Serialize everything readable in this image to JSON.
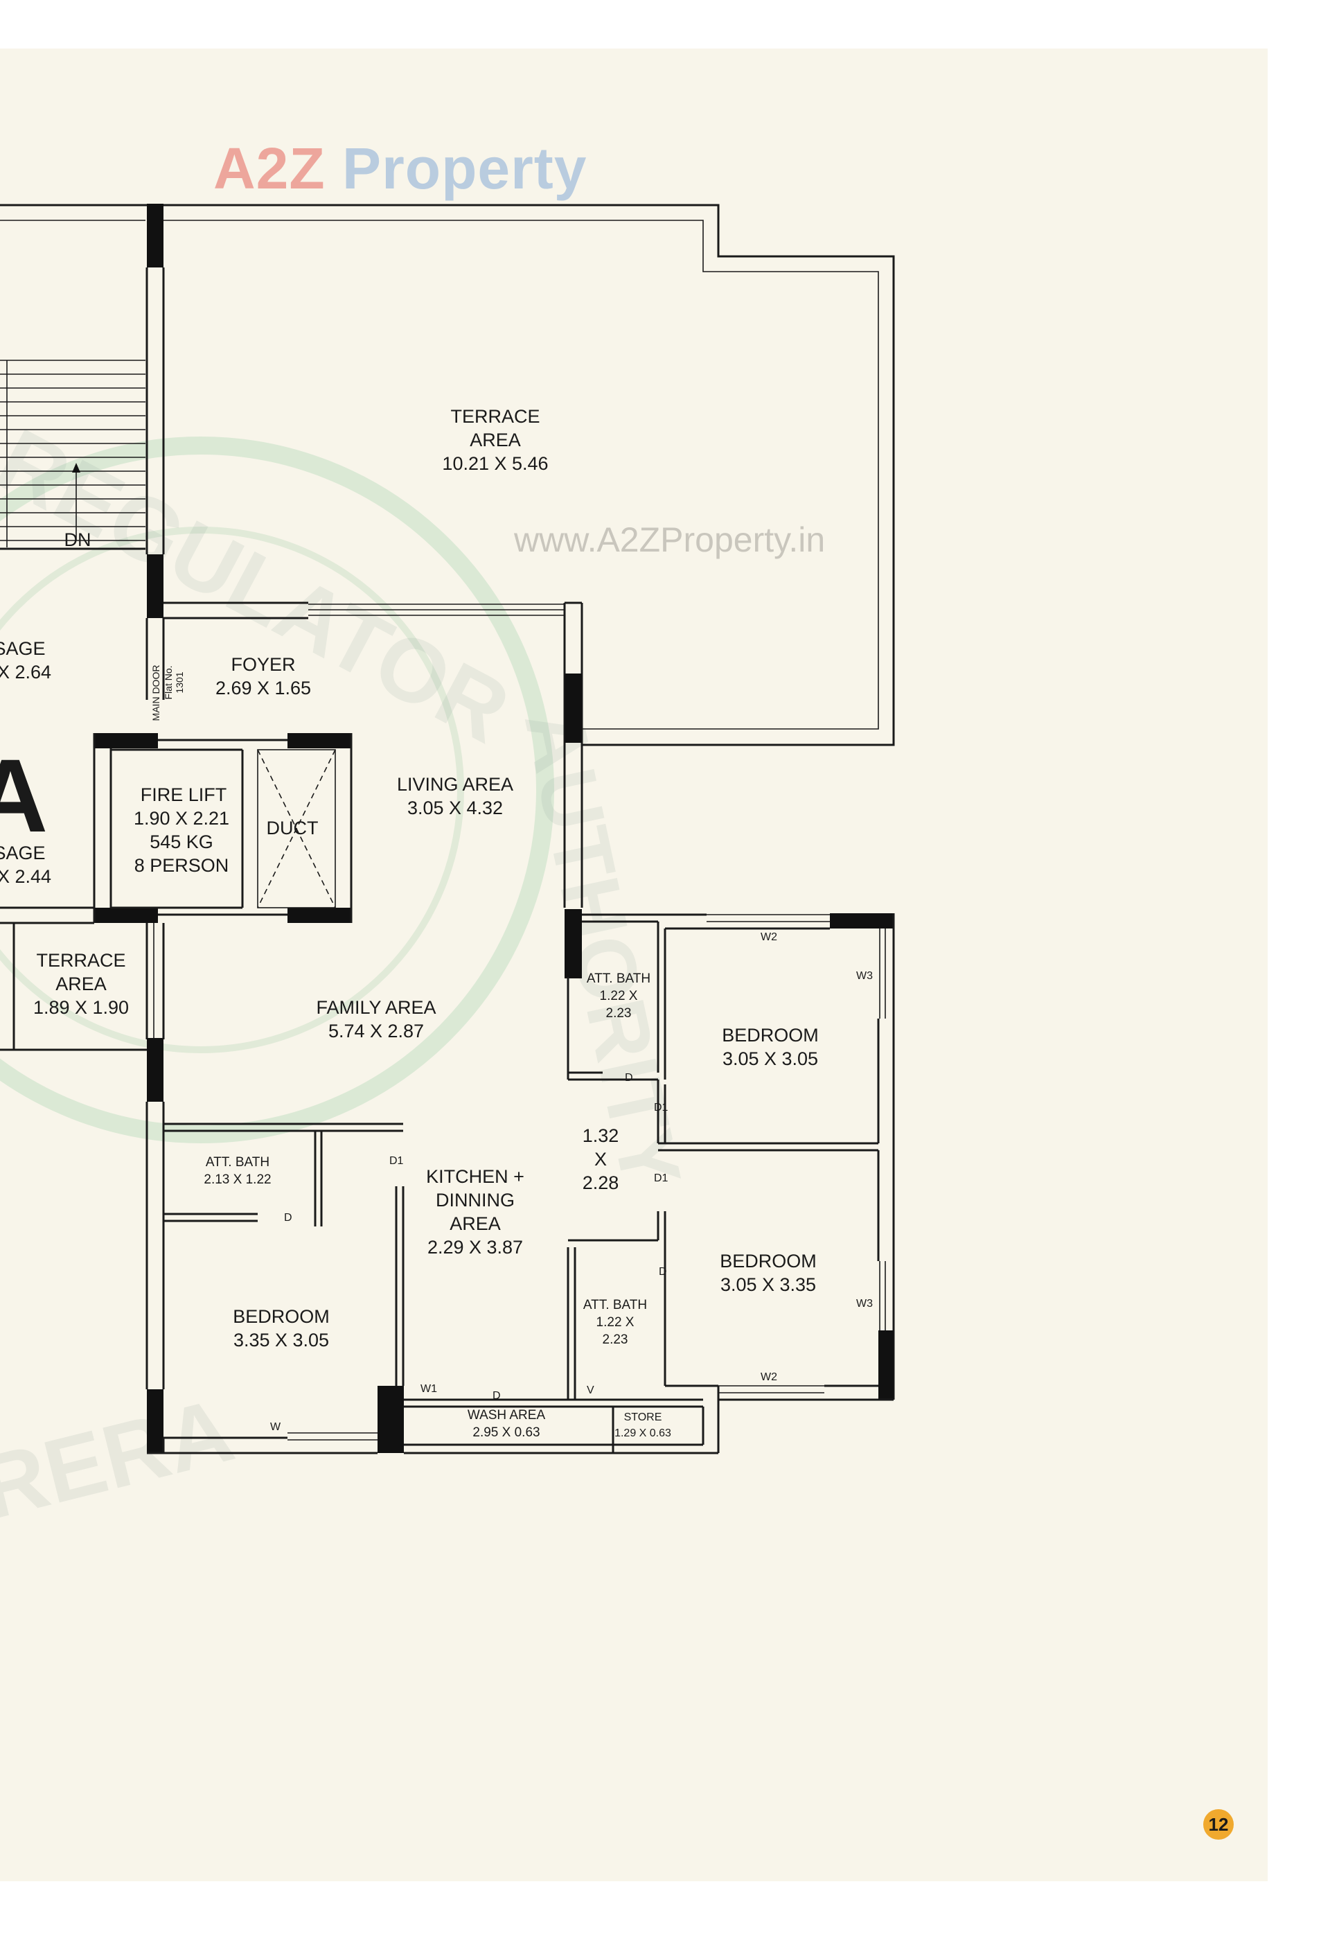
{
  "watermark": {
    "logo_a2z": "A2Z",
    "logo_property": "Property",
    "website": "www.A2ZProperty.in",
    "seal_text_top": "REGULATOR",
    "seal_text_side": "AUTHORITY",
    "seal_text_bottom": "RERA"
  },
  "page_number": "12",
  "rooms": {
    "terrace_main": {
      "name": "TERRACE",
      "name2": "AREA",
      "size": "10.21 X 5.46"
    },
    "stairs": {
      "label": "DN"
    },
    "passage_top": {
      "name": "SAGE",
      "size": "X 2.64"
    },
    "passage_bottom": {
      "name": "SAGE",
      "size": "X 2.44"
    },
    "wing_letter": "A",
    "foyer": {
      "name": "FOYER",
      "size": "2.69 X 1.65"
    },
    "main_door": {
      "label": "MAIN DOOR",
      "flat": "Flat No.",
      "flat_no": "1301"
    },
    "fire_lift": {
      "name": "FIRE LIFT",
      "size": "1.90 X 2.21",
      "load": "545 KG",
      "persons": "8 PERSON"
    },
    "duct": {
      "name": "DUCT"
    },
    "living": {
      "name": "LIVING AREA",
      "size": "3.05 X 4.32"
    },
    "terrace_small": {
      "name": "TERRACE",
      "name2": "AREA",
      "size": "1.89 X 1.90"
    },
    "family": {
      "name": "FAMILY AREA",
      "size": "5.74 X 2.87"
    },
    "att_bath_1": {
      "name": "ATT. BATH",
      "size": "1.22 X",
      "size2": "2.23"
    },
    "bedroom_1": {
      "name": "BEDROOM",
      "size": "3.05 X 3.05"
    },
    "passage_mid": {
      "line1": "1.32",
      "line2": "X",
      "line3": "2.28"
    },
    "att_bath_2": {
      "name": "ATT. BATH",
      "size": "2.13 X 1.22"
    },
    "kitchen": {
      "name": "KITCHEN +",
      "name2": "DINNING",
      "name3": "AREA",
      "size": "2.29 X 3.87"
    },
    "bedroom_2": {
      "name": "BEDROOM",
      "size": "3.05 X 3.35"
    },
    "att_bath_3": {
      "name": "ATT. BATH",
      "size": "1.22 X",
      "size2": "2.23"
    },
    "bedroom_3": {
      "name": "BEDROOM",
      "size": "3.35 X 3.05"
    },
    "wash": {
      "name": "WASH AREA",
      "size": "2.95 X 0.63"
    },
    "store": {
      "name": "STORE",
      "size": "1.29 X 0.63"
    }
  },
  "tags": {
    "w1": "W1",
    "w2": "W2",
    "w3": "W3",
    "w": "W",
    "d": "D",
    "d1": "D1",
    "v": "V"
  }
}
